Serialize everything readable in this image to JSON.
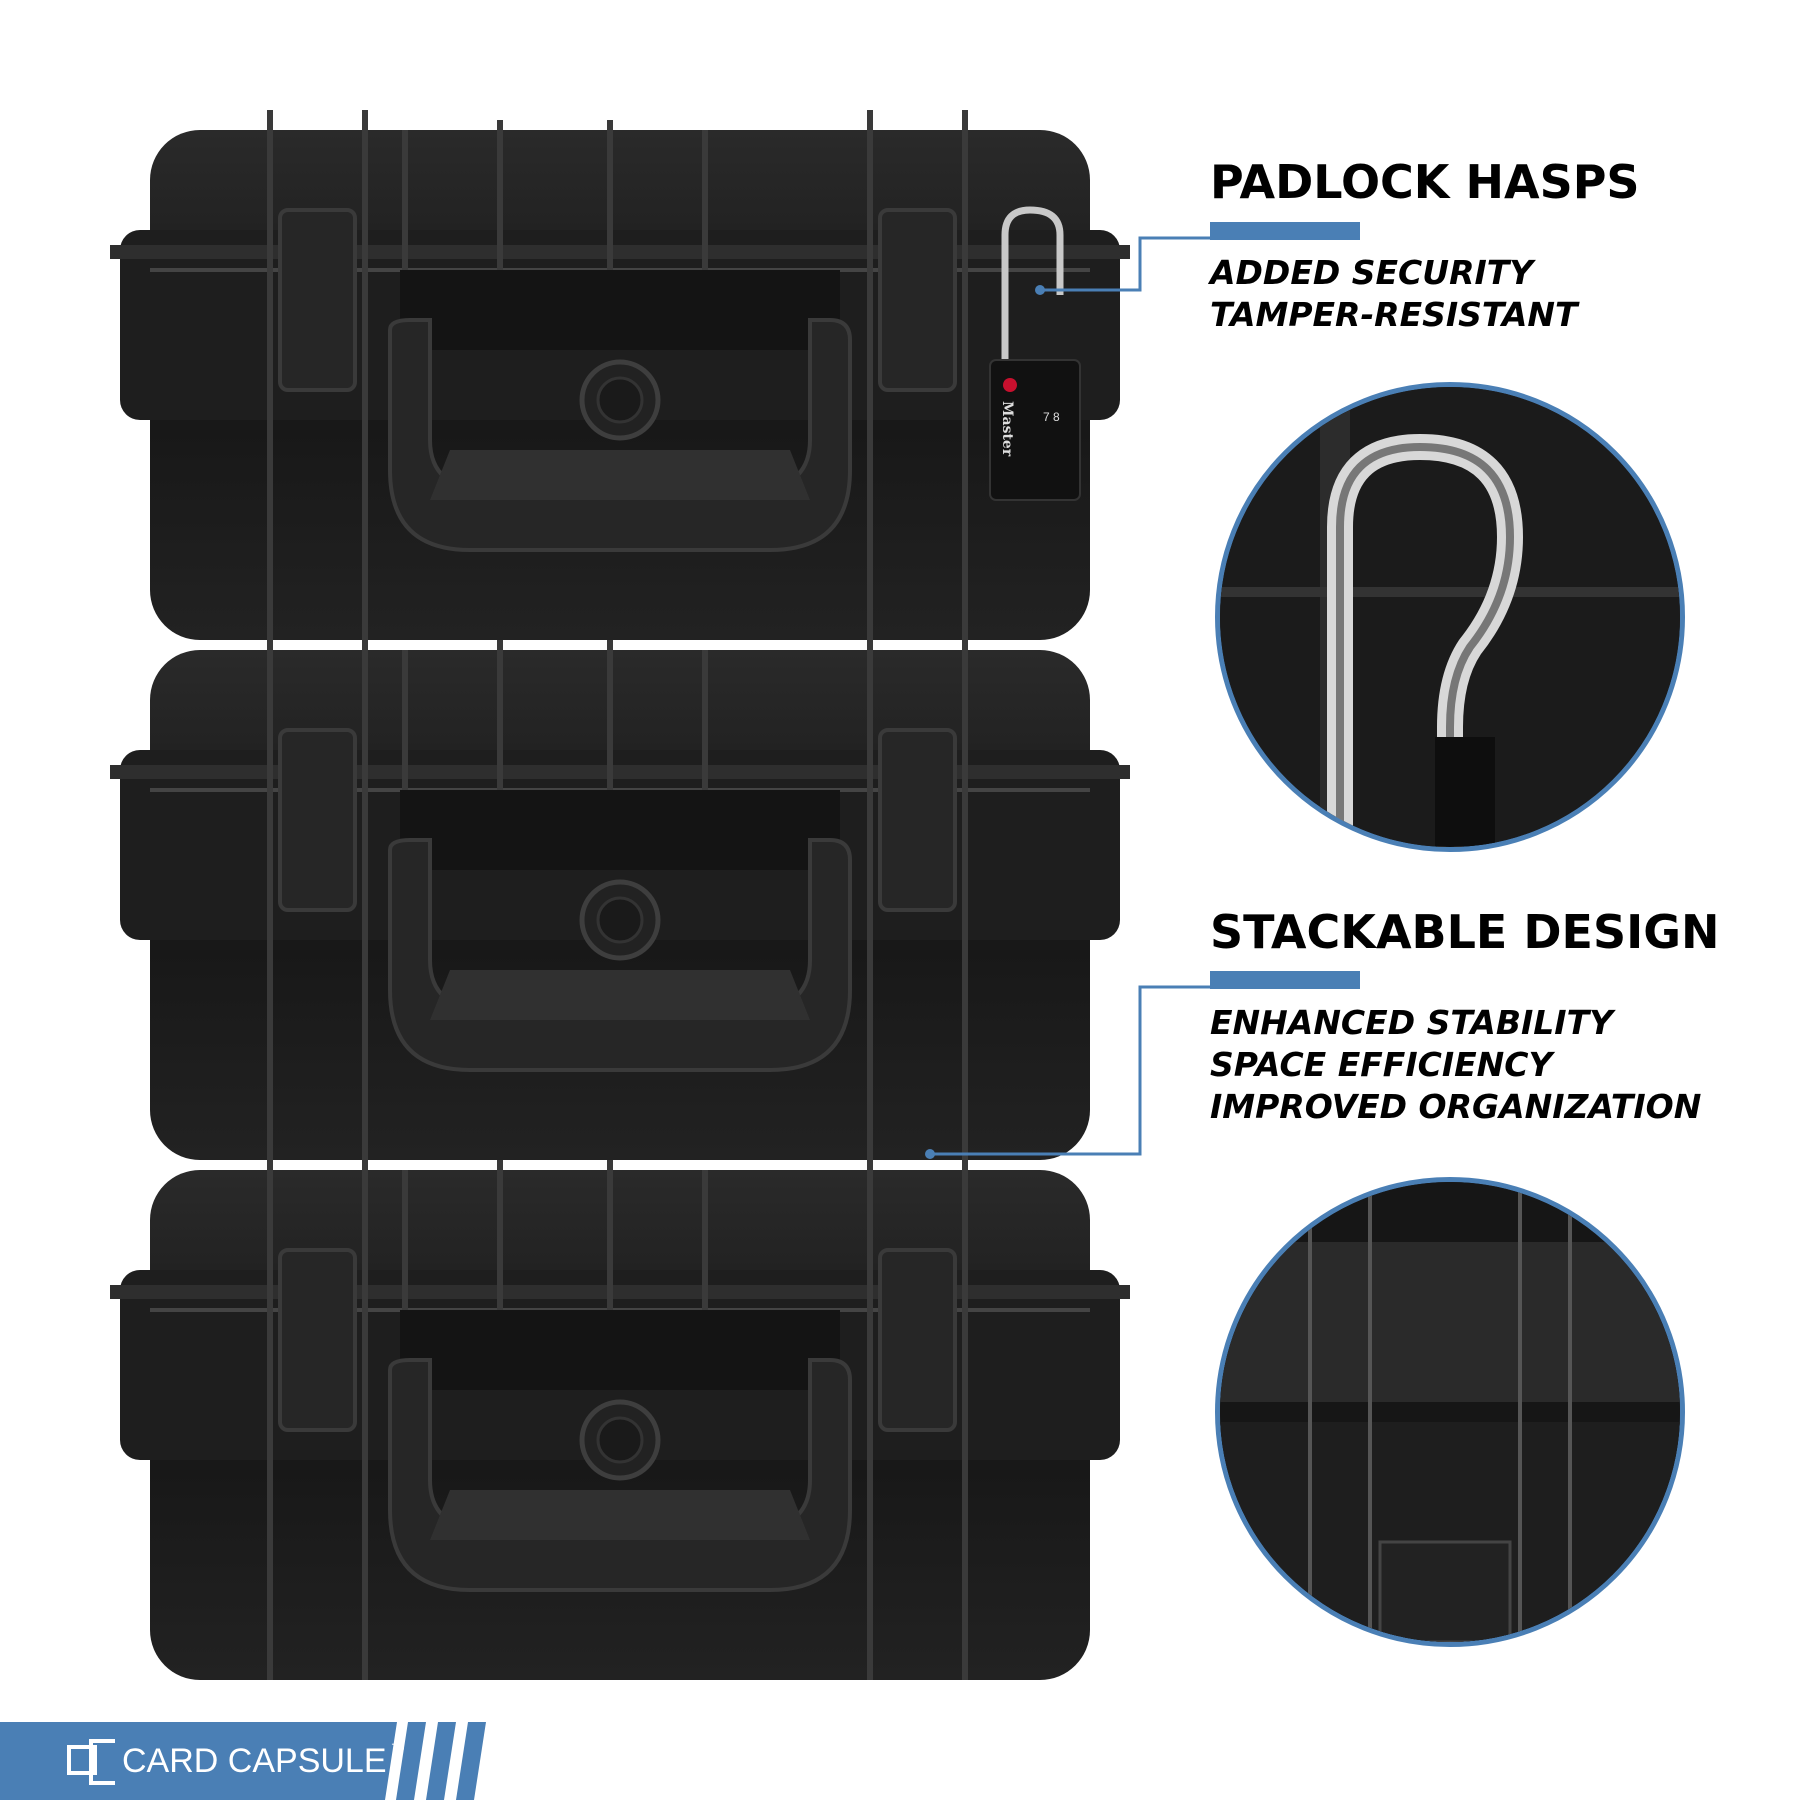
{
  "features": [
    {
      "title": "PADLOCK HASPS",
      "points": [
        "ADDED SECURITY",
        "TAMPER-RESISTANT"
      ]
    },
    {
      "title": "STACKABLE DESIGN",
      "points": [
        "ENHANCED STABILITY",
        "SPACE EFFICIENCY",
        "IMPROVED ORGANIZATION"
      ]
    }
  ],
  "brand": {
    "name": "CARD CAPSULE",
    "trademark": "™"
  },
  "padlock": {
    "brand": "Master",
    "digits": "7 8"
  },
  "colors": {
    "accent": "#4a7fb5",
    "case": "#1c1c1c"
  }
}
